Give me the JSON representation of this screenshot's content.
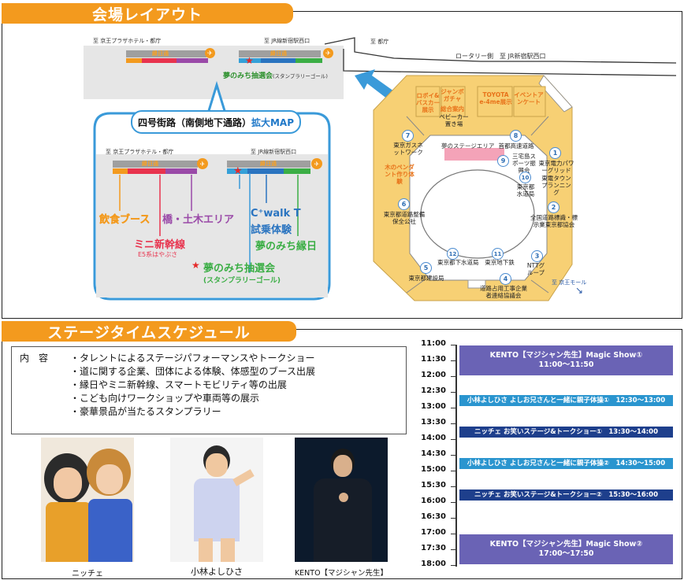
{
  "section1": {
    "title": "会場レイアウト"
  },
  "section2": {
    "title": "ステージタイムスケジュール"
  },
  "map": {
    "top_left_dir": "至 京王プラザホテル・都庁",
    "top_mid_dir": "至 JR線新宿駅西口",
    "top_right_dir": "至 都庁",
    "rotary": "ロータリー側　至 JR新宿駅西口",
    "stamp_top": "夢のみち抽選会",
    "stamp_top_sub": "(スタンプラリーゴール)",
    "booth_bar": "縁日通",
    "zoom_title": "四号街路（南側地下通路）",
    "zoom_title_accent": "拡大MAP",
    "zoom_left_dir": "至 京王プラザホテル・都庁",
    "zoom_mid_dir": "至 JR線新宿駅西口",
    "food": "飲食ブース",
    "bridge": "橋・土木エリア",
    "shinkansen": "ミニ新幹線",
    "shinkansen_sub": "E5系はやぶさ",
    "cwalk": "C⁺walk T",
    "cwalk2": "試乗体験",
    "ennichi": "夢のみち縁日",
    "lottery": "夢のみち抽選会",
    "lottery_sub": "(スタンプラリーゴール)",
    "south_dir": "至 京王モール",
    "stage": "夢のステージエリア",
    "booths": {
      "b_hiroi": "ロボイ&バスカー展示",
      "b_gacha": "ジャンボガチャ",
      "b_info": "総合案内",
      "b_baby": "ベビーカー置き場",
      "b_toyota": "TOYOTA e-4me展示",
      "b_ivent": "イベントアンケート",
      "b7": "東京ガスネットワーク",
      "b8": "首都高速道路",
      "b9": "三宅島スポーツ振興会",
      "b1": "東京電力パワーグリッド",
      "b1b": "東電タウンプランニング",
      "b_wood": "木のペンダント作り体験",
      "b10": "東京都水道局",
      "b6": "東京都道路整備保全公社",
      "b2": "全国道路標識・標示業東京都協会",
      "b12": "東京都下水道局",
      "b11": "東京地下鉄",
      "b3": "NTTグループ",
      "b5": "東京都建設局",
      "b4": "道路占用工事企業者連絡協議会"
    }
  },
  "contents": {
    "label": "内　容",
    "items": [
      "・タレントによるステージパフォーマンスやトークショー",
      "・道に関する企業、団体による体験、体感型のブース出展",
      "・縁日やミニ新幹線、スマートモビリティ等の出展",
      "・こども向けワークショップや車両等の展示",
      "・豪華景品が当たるスタンプラリー"
    ]
  },
  "talents": [
    {
      "name": "ニッチェ"
    },
    {
      "name": "小林よしひさ"
    },
    {
      "name": "KENTO【マジシャン先生】"
    }
  ],
  "schedule": {
    "times": [
      "11:00",
      "11:30",
      "12:00",
      "12:30",
      "13:00",
      "13:30",
      "14:00",
      "14:30",
      "15:00",
      "15:30",
      "16:00",
      "16:30",
      "17:00",
      "17:30",
      "18:00"
    ],
    "events": [
      {
        "line1": "KENTO【マジシャン先生】Magic Show①",
        "line2": "11:00～11:50",
        "color": "#6a63b5"
      },
      {
        "line1": "小林よしひさ よしお兄さんと一緒に親子体操①　12:30～13:00",
        "line2": "",
        "color": "#2a95cf"
      },
      {
        "line1": "ニッチェ お笑いステージ&トークショー①　13:30～14:00",
        "line2": "",
        "color": "#1e3f8c"
      },
      {
        "line1": "小林よしひさ よしお兄さんと一緒に親子体操②　14:30～15:00",
        "line2": "",
        "color": "#2a95cf"
      },
      {
        "line1": "ニッチェ お笑いステージ&トークショー②　15:30～16:00",
        "line2": "",
        "color": "#1e3f8c"
      },
      {
        "line1": "KENTO【マジシャン先生】Magic Show②",
        "line2": "17:00～17:50",
        "color": "#6a63b5"
      }
    ]
  }
}
